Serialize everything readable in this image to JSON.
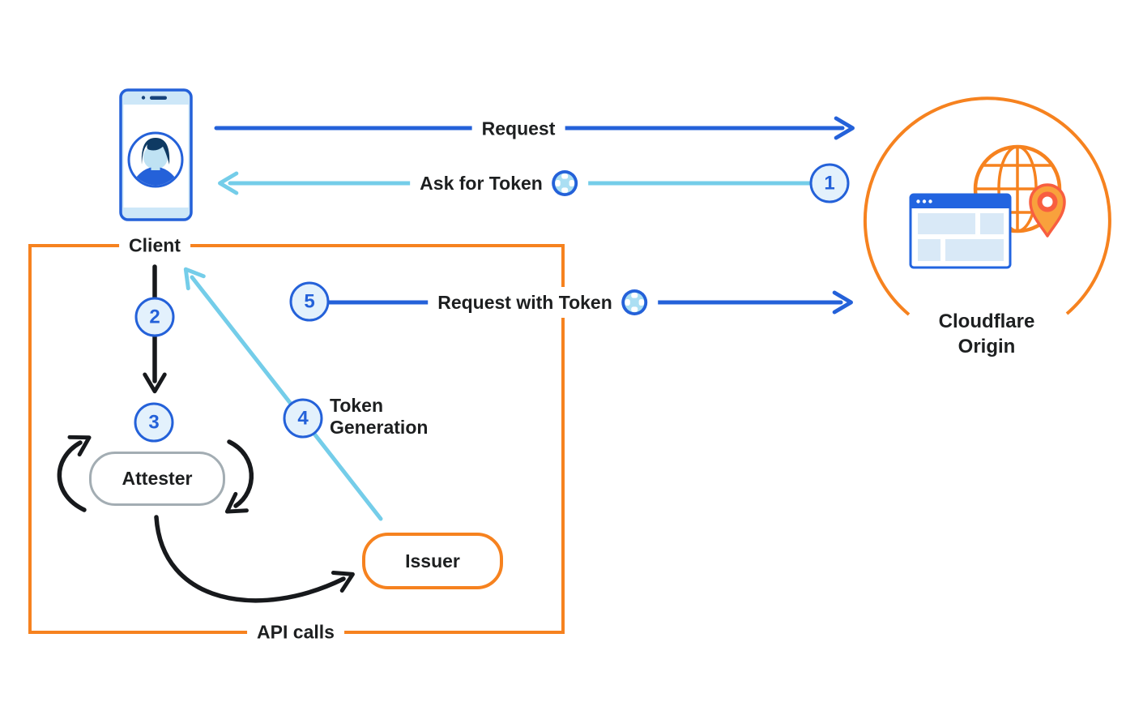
{
  "nodes": {
    "client": {
      "label": "Client"
    },
    "cloudflare_origin": {
      "line1": "Cloudflare",
      "line2": "Origin"
    },
    "attester": {
      "label": "Attester"
    },
    "issuer": {
      "label": "Issuer"
    }
  },
  "flows": {
    "request": {
      "label": "Request"
    },
    "ask_for_token": {
      "label": "Ask for Token",
      "step": "1"
    },
    "client_to_attester": {
      "step": "2"
    },
    "attestation": {
      "step": "3"
    },
    "token_generation": {
      "step": "4",
      "line1": "Token",
      "line2": "Generation"
    },
    "request_with_token": {
      "label": "Request with Token",
      "step": "5"
    },
    "api_calls": {
      "label": "API calls"
    }
  },
  "icons": {
    "client_device": "smartphone-with-user-avatar",
    "token": "token-lifebuoy-coin",
    "origin": "globe-browser-window-location-pin"
  },
  "colors": {
    "blue": "#2461d9",
    "cyan": "#74cde9",
    "orange": "#f6821f",
    "ink": "#1d1f20",
    "gray": "#a3adb3",
    "step_fill": "#e3f1fc",
    "token_inner": "#abdff3",
    "screen_bar": "#cde7f8",
    "browser_header": "#2264e0",
    "browser_block": "#d9e9f7",
    "pin_fill": "#f9a13c",
    "pin_stroke": "#f85e40",
    "hair": "#0e3a63",
    "skin": "#bfe2f3"
  }
}
